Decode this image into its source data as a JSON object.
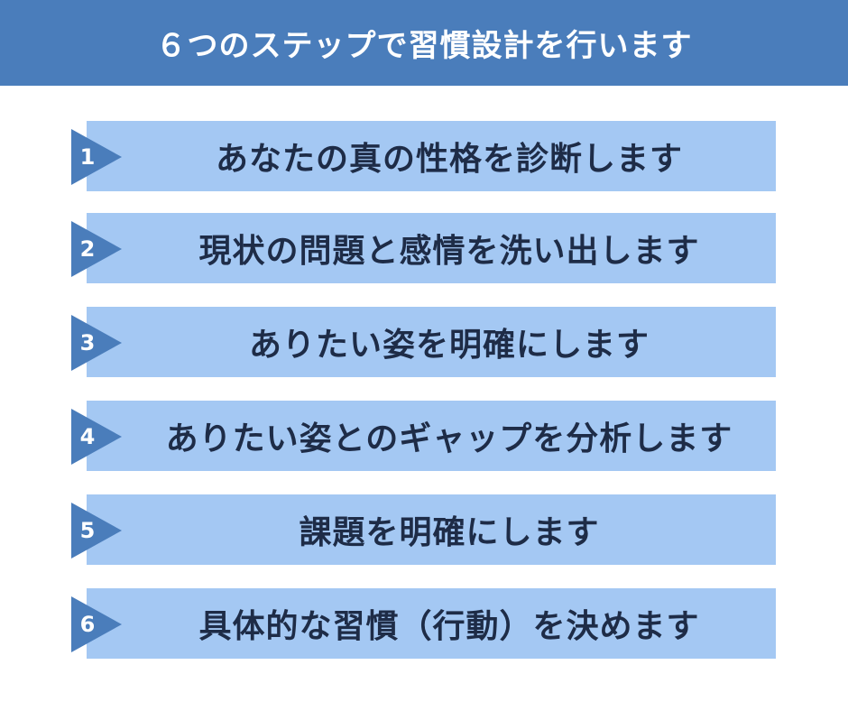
{
  "title": "６つのステップで習慣設計を行います",
  "colors": {
    "header": "#4a7dbb",
    "row": "#a4c8f3",
    "marker": "#4a7dbb",
    "text": "#1e2c47"
  },
  "steps": [
    {
      "number": "1",
      "label": "あなたの真の性格を診断します"
    },
    {
      "number": "2",
      "label": "現状の問題と感情を洗い出します"
    },
    {
      "number": "3",
      "label": "ありたい姿を明確にします"
    },
    {
      "number": "4",
      "label": "ありたい姿とのギャップを分析します"
    },
    {
      "number": "5",
      "label": "課題を明確にします"
    },
    {
      "number": "6",
      "label": "具体的な習慣（行動）を決めます"
    }
  ]
}
